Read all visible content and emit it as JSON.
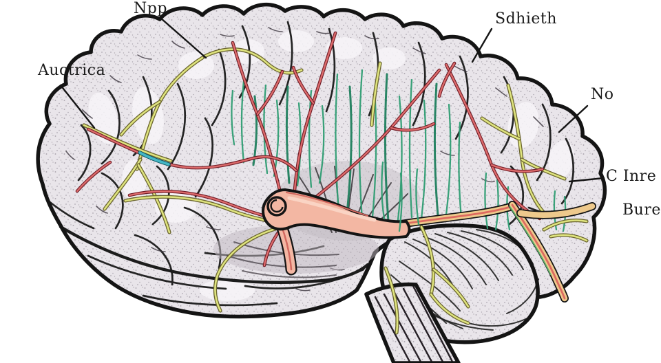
{
  "figure": {
    "description": "Hand-drawn anatomical illustration of a human brain, lateral view, with cerebral arteries, cerebellum and brainstem; six engraved-style text labels with leader lines",
    "background_color": "#ffffff"
  },
  "palette": {
    "outline": "#161616",
    "cortex": "#e9e5ea",
    "artery_red": "#dd6b6b",
    "vessel_yellow": "#dfe47e",
    "vessel_teal": "#45b7c5",
    "hatch_green": "#2f9d73",
    "trunk_salmon": "#f3b7a3",
    "posterior_vessel_gold": "#eec98c"
  },
  "labels": [
    {
      "id": "npp",
      "text": "Npp"
    },
    {
      "id": "auctrica",
      "text": "Auctrica"
    },
    {
      "id": "sdhieth",
      "text": "Sdhieth"
    },
    {
      "id": "no",
      "text": "No"
    },
    {
      "id": "c-inre",
      "text": "C Inre"
    },
    {
      "id": "bure",
      "text": "Bure"
    }
  ]
}
